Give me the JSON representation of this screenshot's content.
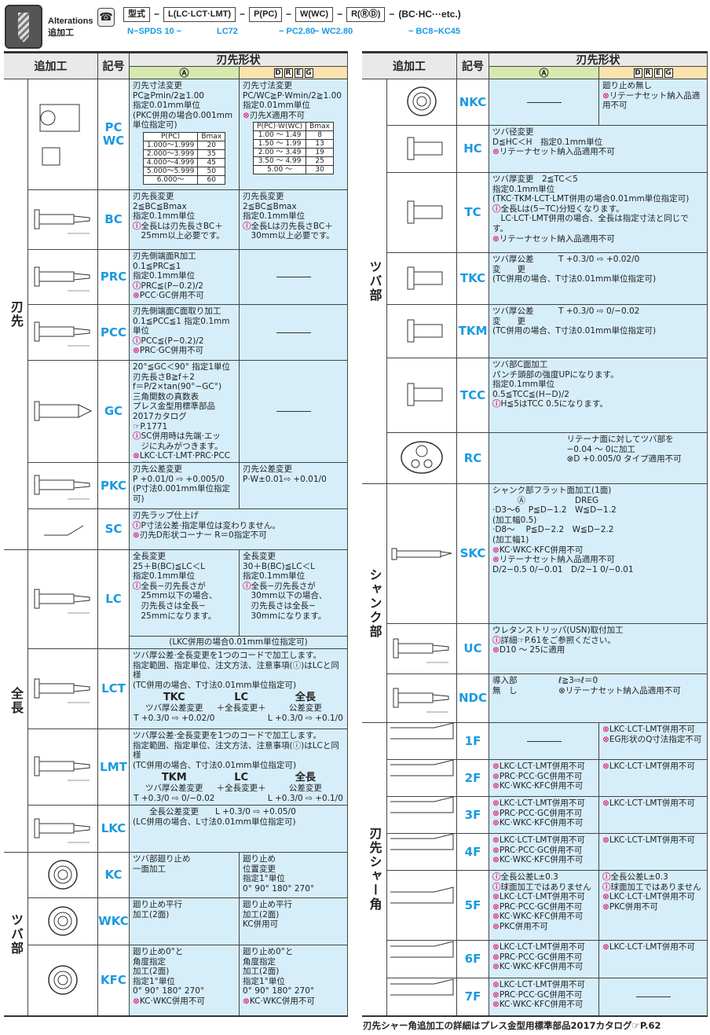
{
  "header": {
    "title_en": "Alterations",
    "title_ja": "追加工",
    "phone_icon": "phone-icon",
    "format": [
      "型式",
      "L(LC·LCT·LMT)",
      "P(PC)",
      "W(WC)",
      "R(ⓇⒹ)",
      "(BC·HC···etc.)"
    ],
    "example": [
      "N−SPDS 10 −",
      "LC72",
      "− PC2.80",
      "− WC2.80",
      "− BC8−KC45"
    ]
  },
  "colheads": {
    "process": "追加工",
    "code": "記号",
    "shape": "刃先形状",
    "a": "Ⓐ",
    "d": "DREG"
  },
  "left": {
    "categories": [
      {
        "label": "刃先",
        "rows": 7
      },
      {
        "label": "全長",
        "rows": 4
      },
      {
        "label": "ツバ部",
        "rows": 3
      }
    ],
    "rows": [
      {
        "code": "PC WC",
        "illus": "pc-wc",
        "a": [
          "刃先寸法変更",
          "PC≧Pmin/2≧1.00",
          "指定0.01mm単位",
          "(PKC併用の場合0.001mm",
          "単位指定可)"
        ],
        "a_table": {
          "head": [
            "P(PC)",
            "Bmax"
          ],
          "rows": [
            [
              "1.000〜1.999",
              "20"
            ],
            [
              "2.000〜3.999",
              "35"
            ],
            [
              "4.000〜4.999",
              "45"
            ],
            [
              "5.000〜5.999",
              "50"
            ],
            [
              "6.000〜",
              "60"
            ]
          ]
        },
        "d": [
          "刃先寸法変更",
          "PC/WC≧P·Wmin/2≧1.00",
          "指定0.01mm単位",
          "⊗刃先X適用不可"
        ],
        "d_table": {
          "head": [
            "P(PC)·W(WC)",
            "Bmax"
          ],
          "rows": [
            [
              "1.00 〜 1.49",
              "8"
            ],
            [
              "1.50 〜 1.99",
              "13"
            ],
            [
              "2.00 〜 3.49",
              "19"
            ],
            [
              "3.50 〜 4.99",
              "25"
            ],
            [
              "5.00 〜",
              "30"
            ]
          ]
        }
      },
      {
        "code": "BC",
        "illus": "punch",
        "a": [
          "刃先長変更",
          "2≦BC≦Bmax",
          "指定0.1mm単位",
          "ⓘ全長Lは刃先長さBC＋",
          "　25mm以上必要です。"
        ],
        "d": [
          "刃先長変更",
          "2≦BC≦Bmax",
          "指定0.1mm単位",
          "ⓘ全長Lは刃先長さBC＋",
          "　30mm以上必要です。"
        ]
      },
      {
        "code": "PRC",
        "illus": "punch",
        "a": [
          "刃先側端面R加工",
          "0.1≦PRC≦1",
          "指定0.1mm単位",
          "ⓘPRC≦(P−0.2)/2",
          "⊗PCC·GC併用不可"
        ],
        "d": []
      },
      {
        "code": "PCC",
        "illus": "punch",
        "a": [
          "刃先側端面C面取り加工",
          "0.1≦PCC≦1 指定0.1mm単位",
          "ⓘPCC≦(P−0.2)/2",
          "⊗PRC·GC併用不可"
        ],
        "d": []
      },
      {
        "code": "GC",
        "illus": "punch-tip",
        "a": [
          "20°≦GC＜90° 指定1単位",
          "刃先長さB≧f＋2",
          "f＝P/2×tan(90°−GC°)",
          "三角関数の真数表",
          "プレス金型用標準部品2017カタログ",
          "☞P.1771",
          "ⓘSC併用時は先端·エッ",
          "　ジに丸みがつきます。",
          "⊗LKC·LCT·LMT·PRC·PCC",
          "　併用不可"
        ],
        "d": []
      },
      {
        "code": "PKC",
        "illus": "punch",
        "a": [
          "刃先公差変更",
          "P +0.01/0 ⇨ +0.005/0",
          "(P寸法0.001mm単位指定可)"
        ],
        "d": [
          "刃先公差変更",
          "P·W±0.01⇨ +0.01/0"
        ]
      },
      {
        "code": "SC",
        "illus": "lap",
        "span": [
          "刃先ラップ仕上げ",
          "ⓘP寸法公差·指定単位は変わりません。",
          "⊗刃先D形状コーナー R＝0指定不可"
        ]
      },
      {
        "code": "LC",
        "illus": "punch",
        "a": [
          "全長変更",
          "25＋B(BC)≦LC＜L",
          "指定0.1mm単位",
          "ⓘ全長−刃先長さが",
          "　25mm以下の場合、",
          "　刃先長さは全長−",
          "　25mmになります。"
        ],
        "d": [
          "全長変更",
          "30＋B(BC)≦LC＜L",
          "指定0.1mm単位",
          "ⓘ全長−刃先長さが",
          "　30mm以下の場合、",
          "　刃先長さは全長−",
          "　30mmになります。"
        ],
        "note": "(LKC併用の場合0.01mm単位指定可)"
      },
      {
        "code": "LCT",
        "illus": "punch",
        "span": [
          "ツバ厚公差·全長変更を1つのコードで加工します。",
          "指定範囲、指定単位、注文方法、注意事項(ⓘ)はLCと同様",
          "(TC併用の場合、T寸法0.01mm単位指定可)"
        ],
        "combo": [
          {
            "t": "TKC",
            "s": "ツバ厚公差変更",
            "f": "T +0.3/0 ⇨ +0.02/0"
          },
          {
            "t": "LC",
            "s": "＋全長変更＋",
            "f": ""
          },
          {
            "t": "全長",
            "s": "公差変更",
            "f": "L +0.3/0 ⇨ +0.1/0"
          }
        ]
      },
      {
        "code": "LMT",
        "illus": "punch",
        "span": [
          "ツバ厚公差·全長変更を1つのコードで加工します。",
          "指定範囲、指定単位、注文方法、注意事項(ⓘ)はLCと同様",
          "(TC併用の場合、T寸法0.01mm単位指定可)"
        ],
        "combo": [
          {
            "t": "TKM",
            "s": "ツバ厚公差変更",
            "f": "T +0.3/0 ⇨ 0/−0.02"
          },
          {
            "t": "LC",
            "s": "＋全長変更＋",
            "f": ""
          },
          {
            "t": "全長",
            "s": "公差変更",
            "f": "L +0.3/0 ⇨ +0.1/0"
          }
        ]
      },
      {
        "code": "LKC",
        "illus": "punch",
        "span": [
          "　　全長公差変更　　L +0.3/0 ⇨ +0.05/0",
          "(LC併用の場合、L寸法0.01mm単位指定可)"
        ]
      },
      {
        "code": "KC",
        "illus": "ring",
        "a": [
          "ツバ部廻り止め",
          "一面加工"
        ],
        "d": [
          "廻り止め",
          "位置変更",
          "指定1°単位",
          "0° 90° 180° 270°"
        ]
      },
      {
        "code": "WKC",
        "illus": "ring",
        "a": [
          "廻り止め平行",
          "加工(2面)"
        ],
        "d": [
          "廻り止め平行",
          "加工(2面)",
          "KC併用可"
        ]
      },
      {
        "code": "KFC",
        "illus": "ring",
        "a": [
          "廻り止め0°と",
          "角度指定",
          "加工(2面)",
          "指定1°単位",
          "0° 90° 180° 270°",
          "⊗KC·WKC併用不可"
        ],
        "d": [
          "廻り止め0°と",
          "角度指定",
          "加工(2面)",
          "指定1°単位",
          "0° 90° 180° 270°",
          "⊗KC·WKC併用不可"
        ]
      }
    ]
  },
  "right": {
    "categories": [
      {
        "label": "ツバ部",
        "rows": 7
      },
      {
        "label": "シャンク部",
        "rows": 3
      },
      {
        "label": "刃先シャー角",
        "rows": 7
      }
    ],
    "rows": [
      {
        "code": "NKC",
        "illus": "ring",
        "a": [],
        "d": [
          "廻り止め無し",
          "⊗リテーナセット納入品適用不可"
        ]
      },
      {
        "code": "HC",
        "illus": "head",
        "span": [
          "ツバ径変更",
          "D≦HC＜H　指定0.1mm単位",
          "⊗リテーナセット納入品適用不可"
        ]
      },
      {
        "code": "TC",
        "illus": "head",
        "span": [
          "ツバ厚変更　2≦TC＜5",
          "指定0.1mm単位",
          "(TKC·TKM·LCT·LMT併用の場合0.01mm単位指定可)",
          "ⓘ全長Lは(5−TC)分短くなります。",
          "　LC·LCT·LMT併用の場合、全長は指定寸法と同じです。",
          "⊗リテーナセット納入品適用不可"
        ]
      },
      {
        "code": "TKC",
        "illus": "head",
        "span": [
          "ツバ厚公差　　　T +0.3/0 ⇨ +0.02/0",
          "変　　更",
          "(TC併用の場合、T寸法0.01mm単位指定可)"
        ]
      },
      {
        "code": "TKM",
        "illus": "head",
        "span": [
          "ツバ厚公差　　　T +0.3/0 ⇨ 0/−0.02",
          "変　　更",
          "(TC併用の場合、T寸法0.01mm単位指定可)"
        ]
      },
      {
        "code": "TCC",
        "illus": "head",
        "span": [
          "ツバ部C面加工",
          "パンチ頭部の強度UPになります。",
          "指定0.1mm単位",
          "0.5≦TCC≦(H−D)/2",
          "ⓘH≦5はTCC 0.5になります。"
        ]
      },
      {
        "code": "RC",
        "illus": "retainer",
        "span": [
          "　　　　　　　　　リテーナ面に対してツバ部を",
          "　　　　　　　　　−0.04 〜 0に加工",
          "　　　　　　　　　⊗D +0.005/0 タイプ適用不可"
        ]
      },
      {
        "code": "SKC",
        "illus": "shank",
        "span": [
          "シャンク部フラット面加工(1面)",
          "　　　Ⓐ　　　　　　DREG",
          "·D3〜6　P≦D−1.2　W≦D−1.2",
          "(加工幅0.5)",
          "·D8〜　 P≦D−2.2　W≦D−2.2",
          "(加工幅1)",
          "⊗KC·WKC·KFC併用不可",
          "⊗リテーナセット納入品適用不可",
          "D/2−0.5 0/−0.01　D/2−1 0/−0.01"
        ]
      },
      {
        "code": "UC",
        "illus": "punch",
        "span": [
          "ウレタンストリッパ(USN)取付加工",
          "ⓘ詳細☞P.61をご参照ください。",
          "⊗D10 〜 25に適用"
        ]
      },
      {
        "code": "NDC",
        "illus": "punch",
        "span": [
          "導入部　　　　　ℓ≧3⇨ℓ＝0",
          "無　し　　　　　⊗リテーナセット納入品適用不可"
        ]
      },
      {
        "code": "1F",
        "illus": "shear",
        "a": [],
        "d": [
          "⊗LKC·LCT·LMT併用不可",
          "⊗EG形状のQ寸法指定不可"
        ]
      },
      {
        "code": "2F",
        "illus": "shear",
        "a": [
          "⊗LKC·LCT·LMT併用不可",
          "⊗PRC·PCC·GC併用不可",
          "⊗KC·WKC·KFC併用不可"
        ],
        "d": [
          "⊗LKC·LCT·LMT併用不可"
        ]
      },
      {
        "code": "3F",
        "illus": "shear",
        "a": [
          "⊗LKC·LCT·LMT併用不可",
          "⊗PRC·PCC·GC併用不可",
          "⊗KC·WKC·KFC併用不可"
        ],
        "d": [
          "⊗LKC·LCT·LMT併用不可"
        ]
      },
      {
        "code": "4F",
        "illus": "shear",
        "a": [
          "⊗LKC·LCT·LMT併用不可",
          "⊗PRC·PCC·GC併用不可",
          "⊗KC·WKC·KFC併用不可"
        ],
        "d": [
          "⊗LKC·LCT·LMT併用不可"
        ]
      },
      {
        "code": "5F",
        "illus": "shear",
        "a": [
          "ⓘ全長公差L±0.3",
          "ⓘ球面加工ではありません",
          "⊗LKC·LCT·LMT併用不可",
          "⊗PRC·PCC·GC併用不可",
          "⊗KC·WKC·KFC併用不可",
          "⊗PKC併用不可"
        ],
        "d": [
          "ⓘ全長公差L±0.3",
          "ⓘ球面加工ではありません",
          "⊗LKC·LCT·LMT併用不可",
          "⊗PKC併用不可"
        ]
      },
      {
        "code": "6F",
        "illus": "shear",
        "a": [
          "⊗LKC·LCT·LMT併用不可",
          "⊗PRC·PCC·GC併用不可",
          "⊗KC·WKC·KFC併用不可"
        ],
        "d": [
          "⊗LKC·LCT·LMT併用不可"
        ]
      },
      {
        "code": "7F",
        "illus": "shear",
        "a": [
          "⊗LKC·LCT·LMT併用不可",
          "⊗PRC·PCC·GC併用不可",
          "⊗KC·WKC·KFC併用不可"
        ],
        "d": []
      }
    ]
  },
  "footer": {
    "text": "刃先シャー角追加工の詳細はプレス金型用標準部品2017カタログ",
    "ref": "☞P.62"
  },
  "colors": {
    "code": "#1a9ae0",
    "cell": "#d6eefa",
    "warn": "#e0287a",
    "head_a": "#d7e9ae",
    "head_d": "#fbe2ae"
  }
}
